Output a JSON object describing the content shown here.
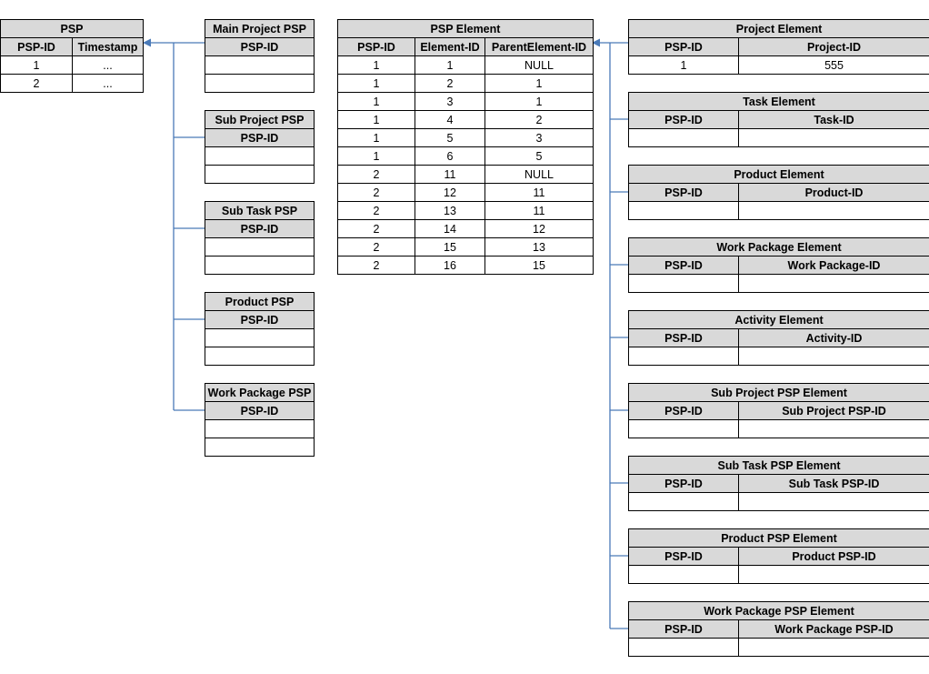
{
  "tables": {
    "psp": {
      "title": "PSP",
      "columns": [
        "PSP-ID",
        "Timestamp"
      ],
      "rows": [
        [
          "1",
          "..."
        ],
        [
          "2",
          "..."
        ]
      ]
    },
    "main_project_psp": {
      "title": "Main Project PSP",
      "column": "PSP-ID"
    },
    "sub_project_psp": {
      "title": "Sub Project PSP",
      "column": "PSP-ID"
    },
    "sub_task_psp": {
      "title": "Sub Task PSP",
      "column": "PSP-ID"
    },
    "product_psp": {
      "title": "Product PSP",
      "column": "PSP-ID"
    },
    "work_package_psp": {
      "title": "Work Package PSP",
      "column": "PSP-ID"
    },
    "psp_element": {
      "title": "PSP Element",
      "columns": [
        "PSP-ID",
        "Element-ID",
        "ParentElement-ID"
      ],
      "rows": [
        [
          "1",
          "1",
          "NULL"
        ],
        [
          "1",
          "2",
          "1"
        ],
        [
          "1",
          "3",
          "1"
        ],
        [
          "1",
          "4",
          "2"
        ],
        [
          "1",
          "5",
          "3"
        ],
        [
          "1",
          "6",
          "5"
        ],
        [
          "2",
          "11",
          "NULL"
        ],
        [
          "2",
          "12",
          "11"
        ],
        [
          "2",
          "13",
          "11"
        ],
        [
          "2",
          "14",
          "12"
        ],
        [
          "2",
          "15",
          "13"
        ],
        [
          "2",
          "16",
          "15"
        ]
      ]
    },
    "project_element": {
      "title": "Project Element",
      "columns": [
        "PSP-ID",
        "Project-ID"
      ],
      "row": [
        "1",
        "555"
      ]
    },
    "task_element": {
      "title": "Task Element",
      "columns": [
        "PSP-ID",
        "Task-ID"
      ]
    },
    "product_element": {
      "title": "Product Element",
      "columns": [
        "PSP-ID",
        "Product-ID"
      ]
    },
    "work_package_element": {
      "title": "Work Package Element",
      "columns": [
        "PSP-ID",
        "Work Package-ID"
      ]
    },
    "activity_element": {
      "title": "Activity Element",
      "columns": [
        "PSP-ID",
        "Activity-ID"
      ]
    },
    "sub_project_psp_element": {
      "title": "Sub Project PSP Element",
      "columns": [
        "PSP-ID",
        "Sub Project PSP-ID"
      ]
    },
    "sub_task_psp_element": {
      "title": "Sub Task PSP Element",
      "columns": [
        "PSP-ID",
        "Sub Task PSP-ID"
      ]
    },
    "product_psp_element": {
      "title": "Product PSP Element",
      "columns": [
        "PSP-ID",
        "Product PSP-ID"
      ]
    },
    "work_package_psp_element": {
      "title": "Work Package PSP Element",
      "columns": [
        "PSP-ID",
        "Work Package PSP-ID"
      ]
    }
  },
  "colors": {
    "header_fill": "#d9d9d9",
    "connector": "#4a7ab8"
  }
}
